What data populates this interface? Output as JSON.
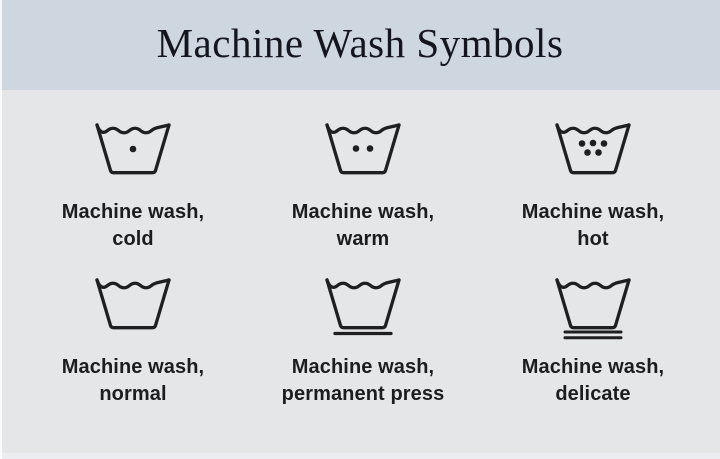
{
  "title": "Machine Wash Symbols",
  "colors": {
    "header_bg": "#ced6e0",
    "body_bg": "#e5e6e8",
    "ink": "#1f1f22",
    "title_ink": "#15151d"
  },
  "symbols": [
    {
      "id": "machine-wash-cold",
      "line1": "Machine wash,",
      "line2": "cold",
      "dots": 1,
      "underlines": 0
    },
    {
      "id": "machine-wash-warm",
      "line1": "Machine wash,",
      "line2": "warm",
      "dots": 2,
      "underlines": 0
    },
    {
      "id": "machine-wash-hot",
      "line1": "Machine wash,",
      "line2": "hot",
      "dots": 5,
      "underlines": 0
    },
    {
      "id": "machine-wash-normal",
      "line1": "Machine wash,",
      "line2": "normal",
      "dots": 0,
      "underlines": 0
    },
    {
      "id": "machine-wash-permanent-press",
      "line1": "Machine wash,",
      "line2": "permanent press",
      "dots": 0,
      "underlines": 1
    },
    {
      "id": "machine-wash-delicate",
      "line1": "Machine wash,",
      "line2": "delicate",
      "dots": 0,
      "underlines": 2
    }
  ]
}
